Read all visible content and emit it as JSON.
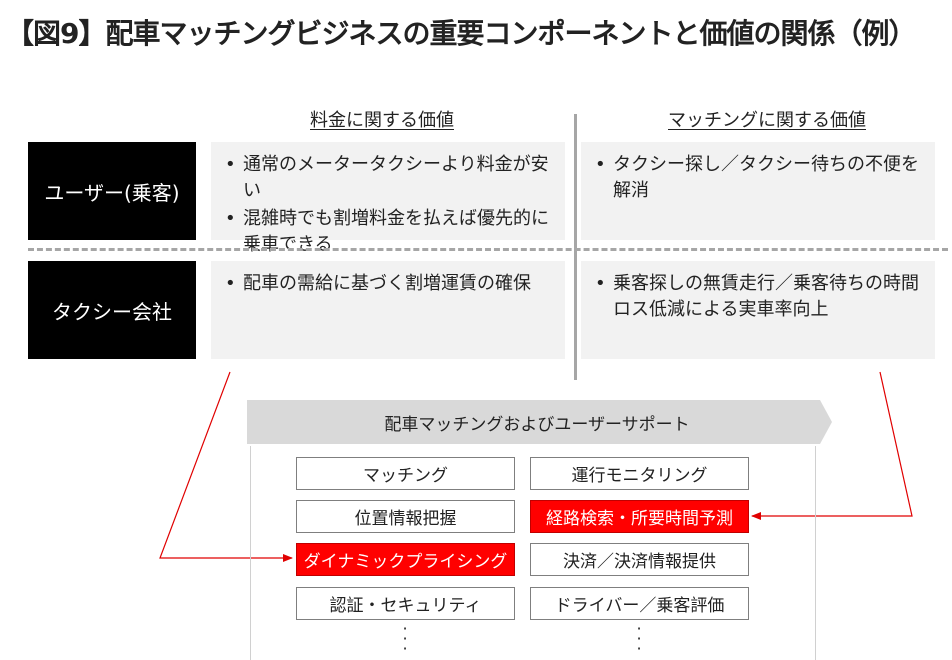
{
  "title": "【図9】配車マッチングビジネスの重要コンポーネントと価値の関係（例）",
  "columns": {
    "price_value": "料金に関する価値",
    "matching_value": "マッチングに関する価値"
  },
  "rows": {
    "passenger": {
      "label": "ユーザー(乗客)",
      "price": [
        "通常のメータータクシーより料金が安い",
        "混雑時でも割増料金を払えば優先的に乗車できる"
      ],
      "matching": [
        "タクシー探し／タクシー待ちの不便を解消"
      ]
    },
    "taxi_company": {
      "label": "タクシー会社",
      "price": [
        "配車の需給に基づく割増運賃の確保"
      ],
      "matching": [
        "乗客探しの無賃走行／乗客待ちの時間ロス低減による実車率向上"
      ]
    }
  },
  "platform": {
    "banner": "配車マッチングおよびユーザーサポート",
    "components": [
      {
        "label": "マッチング",
        "highlighted": false
      },
      {
        "label": "運行モニタリング",
        "highlighted": false
      },
      {
        "label": "位置情報把握",
        "highlighted": false
      },
      {
        "label": "経路検索・所要時間予測",
        "highlighted": true
      },
      {
        "label": "ダイナミックプライシング",
        "highlighted": true
      },
      {
        "label": "決済／決済情報提供",
        "highlighted": false
      },
      {
        "label": "認証・セキュリティ",
        "highlighted": false
      },
      {
        "label": "ドライバー／乗客評価",
        "highlighted": false
      }
    ]
  },
  "colors": {
    "highlight": "#ff0000",
    "arrow": "#e00000",
    "label_bg": "#000000",
    "cell_bg": "#f2f2f2",
    "banner": "#d9d9d9",
    "divider": "#a6a6a6"
  }
}
